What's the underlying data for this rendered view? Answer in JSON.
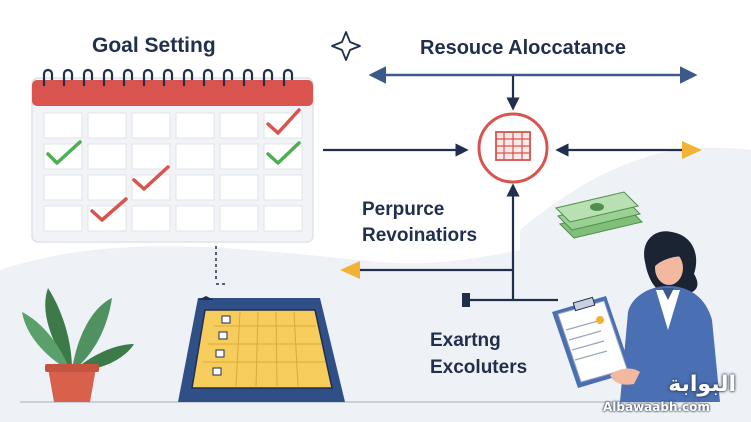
{
  "labels": {
    "goal_setting": "Goal Setting",
    "resource_allocation": "Resouce Aloccatance",
    "purpose_line1": "Perpurce",
    "purpose_line2": "Revoinatiors",
    "exarting_line1": "Exartng",
    "exarting_line2": "Excoluters"
  },
  "watermark": {
    "arabic": "البوابة",
    "latin": "Albawaabh.com"
  },
  "colors": {
    "navy": "#1f2f4d",
    "arrow_blue": "#3b5a8a",
    "calendar_red": "#d9534f",
    "check_green": "#4caf50",
    "check_red": "#d9534f",
    "accent_yellow": "#f2b233",
    "board_blue": "#2f4f86",
    "board_yellow": "#f6cd5c"
  },
  "icons": [
    "sparkle-icon",
    "calendar-icon",
    "checkmark-icon",
    "spreadsheet-icon",
    "money-stack-icon",
    "plant-icon",
    "clipboard-icon",
    "easel-board-icon"
  ]
}
